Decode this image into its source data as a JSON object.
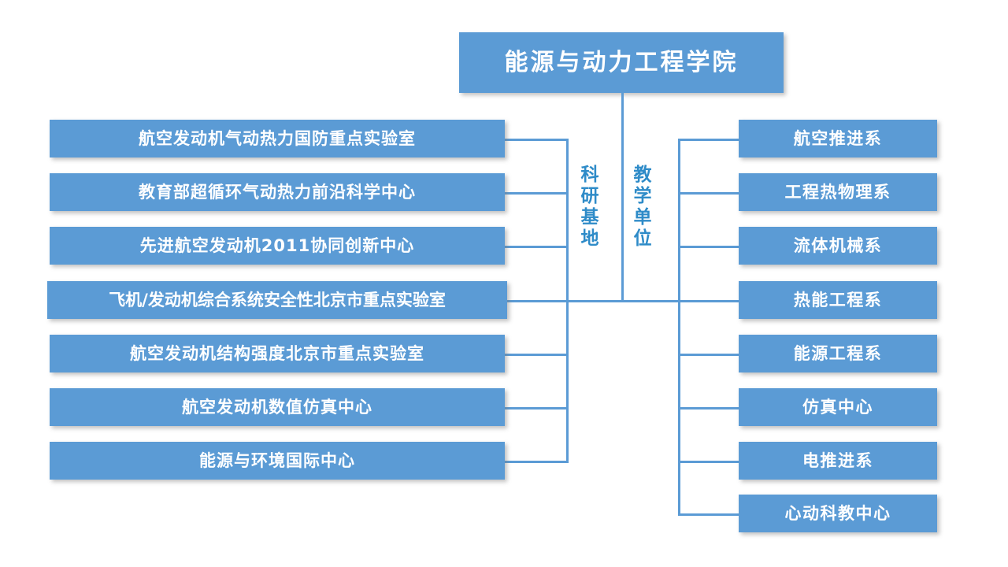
{
  "diagram": {
    "type": "organization-chart",
    "title": "能源与动力工程学院",
    "background_color": "#ffffff",
    "node_fill_color": "#5b9bd5",
    "node_text_color": "#ffffff",
    "connector_color": "#5b9bd5",
    "branch_label_color": "#2e8bc8",
    "branches": [
      {
        "label": "科研基地",
        "side": "left",
        "label_chars": [
          "科",
          "研",
          "基",
          "地"
        ],
        "nodes": [
          "航空发动机气动热力国防重点实验室",
          "教育部超循环气动热力前沿科学中心",
          "先进航空发动机2011协同创新中心",
          "飞机/发动机综合系统安全性北京市重点实验室",
          "航空发动机结构强度北京市重点实验室",
          "航空发动机数值仿真中心",
          "能源与环境国际中心"
        ]
      },
      {
        "label": "教学单位",
        "side": "right",
        "label_chars": [
          "教",
          "学",
          "单",
          "位"
        ],
        "nodes": [
          "航空推进系",
          "工程热物理系",
          "流体机械系",
          "热能工程系",
          "能源工程系",
          "仿真中心",
          "电推进系",
          "心动科教中心"
        ]
      }
    ]
  }
}
